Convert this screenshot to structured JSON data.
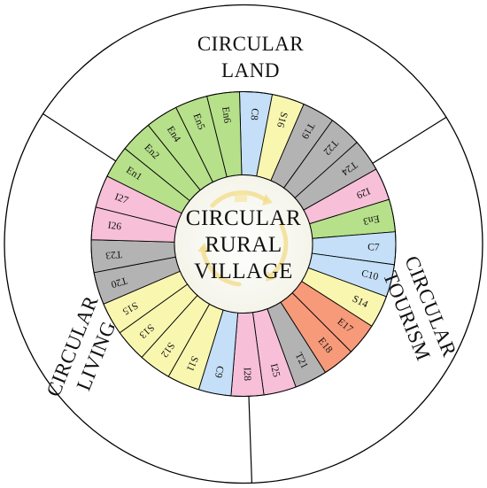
{
  "center": {
    "lines": [
      "CIRCULAR",
      "RURAL",
      "VILLAGE"
    ]
  },
  "sectors": [
    {
      "key": "land",
      "lines": [
        "CIRCULAR",
        "LAND"
      ]
    },
    {
      "key": "tourism",
      "lines": [
        "CIRCULAR",
        "TOURISM"
      ]
    },
    {
      "key": "living",
      "lines": [
        "CIRCULAR",
        "LIVING"
      ]
    }
  ],
  "colors": {
    "green": "#b6e08a",
    "blue": "#c4dff7",
    "yellow": "#f9f6b0",
    "gray": "#b3b3b3",
    "pink": "#f7bfd8",
    "orange": "#f69a7a",
    "center_fill": "#fafaf0",
    "arrow": "#f3dc8c"
  },
  "segments": [
    {
      "label": "C8",
      "color": "blue"
    },
    {
      "label": "S16",
      "color": "yellow"
    },
    {
      "label": "T19",
      "color": "gray"
    },
    {
      "label": "T22",
      "color": "gray"
    },
    {
      "label": "T24",
      "color": "gray"
    },
    {
      "label": "I29",
      "color": "pink"
    },
    {
      "label": "En3",
      "color": "green"
    },
    {
      "label": "C7",
      "color": "blue"
    },
    {
      "label": "C10",
      "color": "blue"
    },
    {
      "label": "S14",
      "color": "yellow"
    },
    {
      "label": "E17",
      "color": "orange"
    },
    {
      "label": "E18",
      "color": "orange"
    },
    {
      "label": "T21",
      "color": "gray"
    },
    {
      "label": "I25",
      "color": "pink"
    },
    {
      "label": "I28",
      "color": "pink"
    },
    {
      "label": "C9",
      "color": "blue"
    },
    {
      "label": "S11",
      "color": "yellow"
    },
    {
      "label": "S12",
      "color": "yellow"
    },
    {
      "label": "S13",
      "color": "yellow"
    },
    {
      "label": "S15",
      "color": "yellow"
    },
    {
      "label": "T20",
      "color": "gray"
    },
    {
      "label": "T23",
      "color": "gray"
    },
    {
      "label": "I26",
      "color": "pink"
    },
    {
      "label": "I27",
      "color": "pink"
    },
    {
      "label": "En1",
      "color": "green"
    },
    {
      "label": "En2",
      "color": "green"
    },
    {
      "label": "En4",
      "color": "green"
    },
    {
      "label": "En5",
      "color": "green"
    },
    {
      "label": "En6",
      "color": "green"
    }
  ]
}
